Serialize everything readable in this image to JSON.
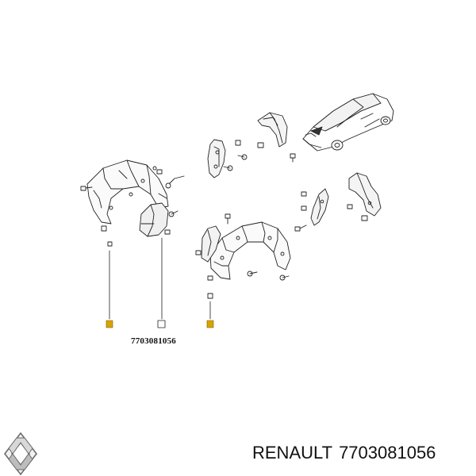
{
  "diagram": {
    "part_number_label": "7703081056"
  },
  "footer": {
    "brand": "RENAULT",
    "part_number": "7703081056"
  },
  "colors": {
    "line": "#222222",
    "callout_fill": "#d9a400",
    "shade": "#e6e6e6"
  }
}
